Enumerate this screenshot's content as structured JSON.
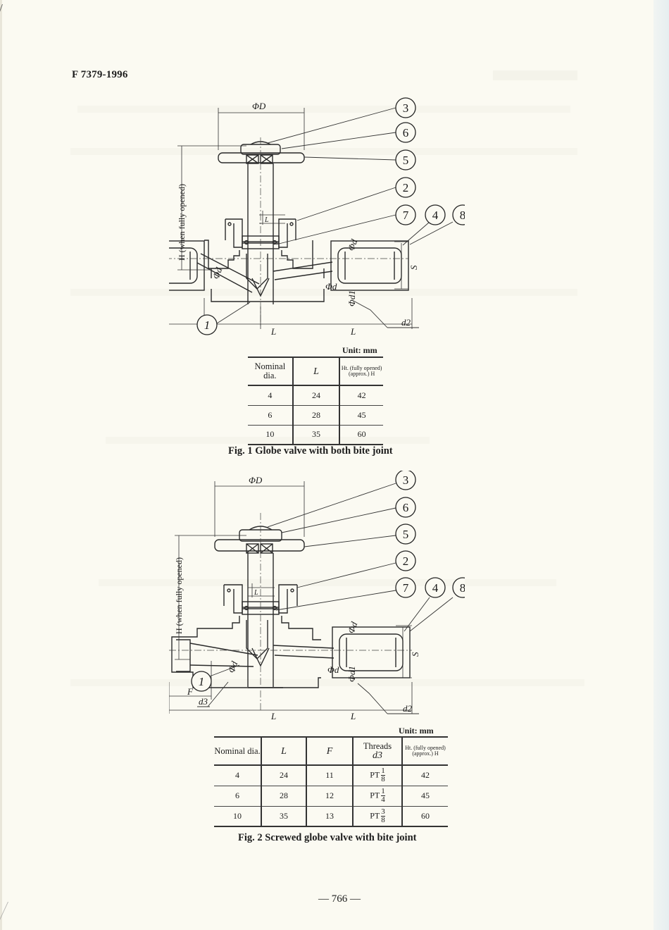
{
  "header": {
    "standard_number": "F 7379-1996"
  },
  "figure1": {
    "caption": "Fig. 1  Globe valve with both bite joint",
    "callouts": [
      "3",
      "6",
      "5",
      "2",
      "7",
      "4",
      "8",
      "1"
    ],
    "dimension_labels": {
      "outer_dia": "ΦD",
      "height": "H (when fully opened)",
      "stroke": "L",
      "bore_left": "Φd",
      "bore_center": "Φd",
      "bore_right": "Φd",
      "tube_dia": "Φd1",
      "thread": "d2",
      "across_flats": "S",
      "length_left": "L",
      "length_right": "L"
    },
    "table": {
      "unit": "Unit:  mm",
      "headers": [
        "Nominal dia.",
        "L",
        "Ht. (fully opened) (approx.) H"
      ],
      "rows": [
        [
          "4",
          "24",
          "42"
        ],
        [
          "6",
          "28",
          "45"
        ],
        [
          "10",
          "35",
          "60"
        ]
      ]
    }
  },
  "figure2": {
    "caption": "Fig. 2  Screwed globe valve with bite joint",
    "callouts": [
      "3",
      "6",
      "5",
      "2",
      "7",
      "4",
      "8",
      "1"
    ],
    "dimension_labels": {
      "outer_dia": "ΦD",
      "height": "H (when fully opened)",
      "stroke": "L",
      "bore_left": "Φd",
      "bore_center": "Φd",
      "bore_right": "Φd",
      "tube_dia": "Φd1",
      "thread_right": "d2",
      "thread_left": "d3",
      "thread_length": "F",
      "across_flats": "S",
      "length_left": "L",
      "length_right": "L"
    },
    "table": {
      "unit": "Unit:  mm",
      "headers": [
        "Nominal dia.",
        "L",
        "F",
        "Threads",
        "d3",
        "Ht. (fully opened) (approx.) H"
      ],
      "rows": [
        {
          "dia": "4",
          "L": "24",
          "F": "11",
          "thread_prefix": "PT",
          "thread_num": "1",
          "thread_den": "8",
          "H": "42"
        },
        {
          "dia": "6",
          "L": "28",
          "F": "12",
          "thread_prefix": "PT",
          "thread_num": "1",
          "thread_den": "4",
          "H": "45"
        },
        {
          "dia": "10",
          "L": "35",
          "F": "13",
          "thread_prefix": "PT",
          "thread_num": "3",
          "thread_den": "8",
          "H": "60"
        }
      ]
    }
  },
  "footer": {
    "page_number": "— 766 —"
  }
}
